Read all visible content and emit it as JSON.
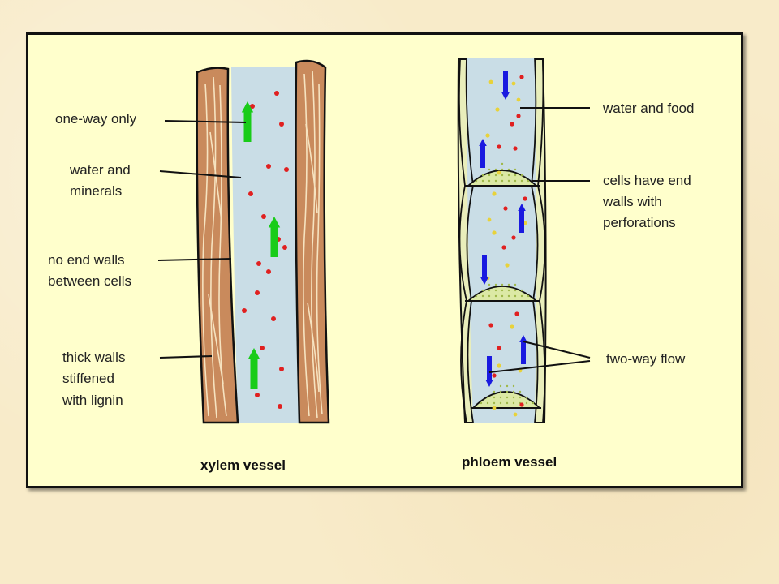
{
  "xylem": {
    "caption": "xylem vessel",
    "labels": {
      "one_way": "one-way only",
      "water_minerals_1": "water and",
      "water_minerals_2": "minerals",
      "no_end_walls_1": "no end walls",
      "no_end_walls_2": "between cells",
      "thick_walls_1": "thick walls",
      "thick_walls_2": "stiffened",
      "thick_walls_3": "with lignin"
    }
  },
  "phloem": {
    "caption": "phloem vessel",
    "labels": {
      "water_food": "water and food",
      "end_walls_1": "cells have end",
      "end_walls_2": "walls with",
      "end_walls_3": "perforations",
      "two_way": "two-way flow"
    }
  },
  "colors": {
    "wood": "#c98a5c",
    "wood_grain": "#f6e3c0",
    "lumen": "#c9dde6",
    "phloem_wall": "#e9eebb",
    "sieve_plate": "#dce9a5",
    "particle_red": "#e02020",
    "particle_yellow": "#e8d23a",
    "arrow_green": "#19cc19",
    "arrow_blue": "#1a1ae0"
  }
}
